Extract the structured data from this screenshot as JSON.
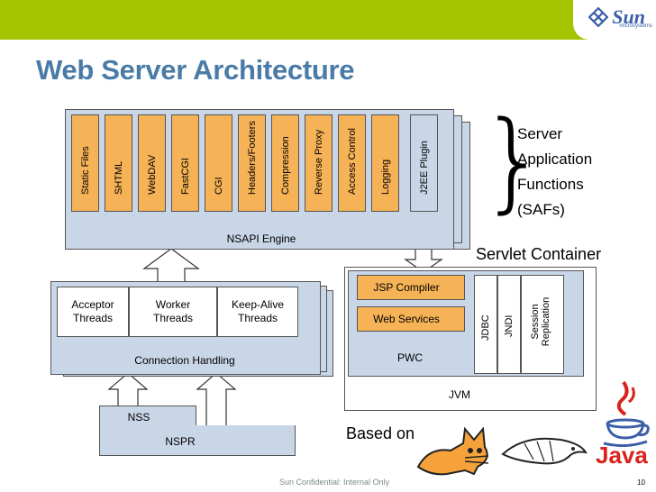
{
  "header": {
    "logo_text": "Sun",
    "logo_sub": "microsystems",
    "title": "Web Server Architecture",
    "bar_color": "#a5c400",
    "title_color": "#4a7ba6"
  },
  "nsapi": {
    "safs": [
      "Static Files",
      "SHTML",
      "WebDAV",
      "FastCGI",
      "CGI",
      "Headers/Footers",
      "Compression",
      "Reverse Proxy",
      "Access Control",
      "Logging"
    ],
    "plugin": "J2EE Plugin",
    "engine_label": "NSAPI Engine",
    "saf_color": "#f6b256"
  },
  "saf_note": {
    "line1": "Server",
    "line2": "Application",
    "line3": "Functions",
    "line4": "(SAFs)"
  },
  "connection": {
    "acceptor": "Acceptor Threads",
    "worker": "Worker Threads",
    "keepalive": "Keep-Alive Threads",
    "label": "Connection Handling"
  },
  "servlet": {
    "title": "Servlet Container",
    "jsp": "JSP Compiler",
    "ws": "Web Services",
    "pwc": "PWC",
    "jdbc": "JDBC",
    "jndi": "JNDI",
    "session": "Session Replication",
    "jvm": "JVM"
  },
  "runtime": {
    "nss": "NSS",
    "nspr": "NSPR"
  },
  "based_on": "Based on",
  "java_label": "Java",
  "footer": {
    "confidential": "Sun Confidential: Internal Only",
    "page": "10"
  }
}
